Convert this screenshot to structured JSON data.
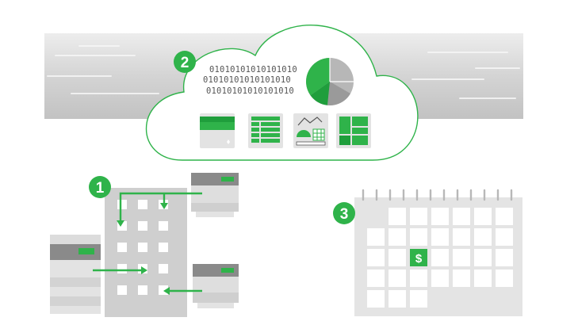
{
  "colors": {
    "brand_green": "#2fb34a",
    "dark_green": "#1f9e3c",
    "gray_dark": "#8c8c8c",
    "gray_mid": "#b5b5b5",
    "gray_light": "#d9d9d9",
    "gray_bg": "#e6e6e6"
  },
  "steps": {
    "step1": "1",
    "step2": "2",
    "step3": "3"
  },
  "cloud": {
    "binary_lines": [
      "01010101010101010",
      "01010101010101010",
      "01010101010101010"
    ],
    "app_icons": [
      "card-app-icon",
      "spreadsheet-app-icon",
      "analytics-app-icon",
      "dashboard-app-icon"
    ]
  },
  "calendar": {
    "currency_symbol": "$"
  },
  "icons": {
    "pie": "pie-chart-icon",
    "printer": "printer-icon",
    "building": "office-building-icon",
    "calendar": "calendar-icon"
  }
}
